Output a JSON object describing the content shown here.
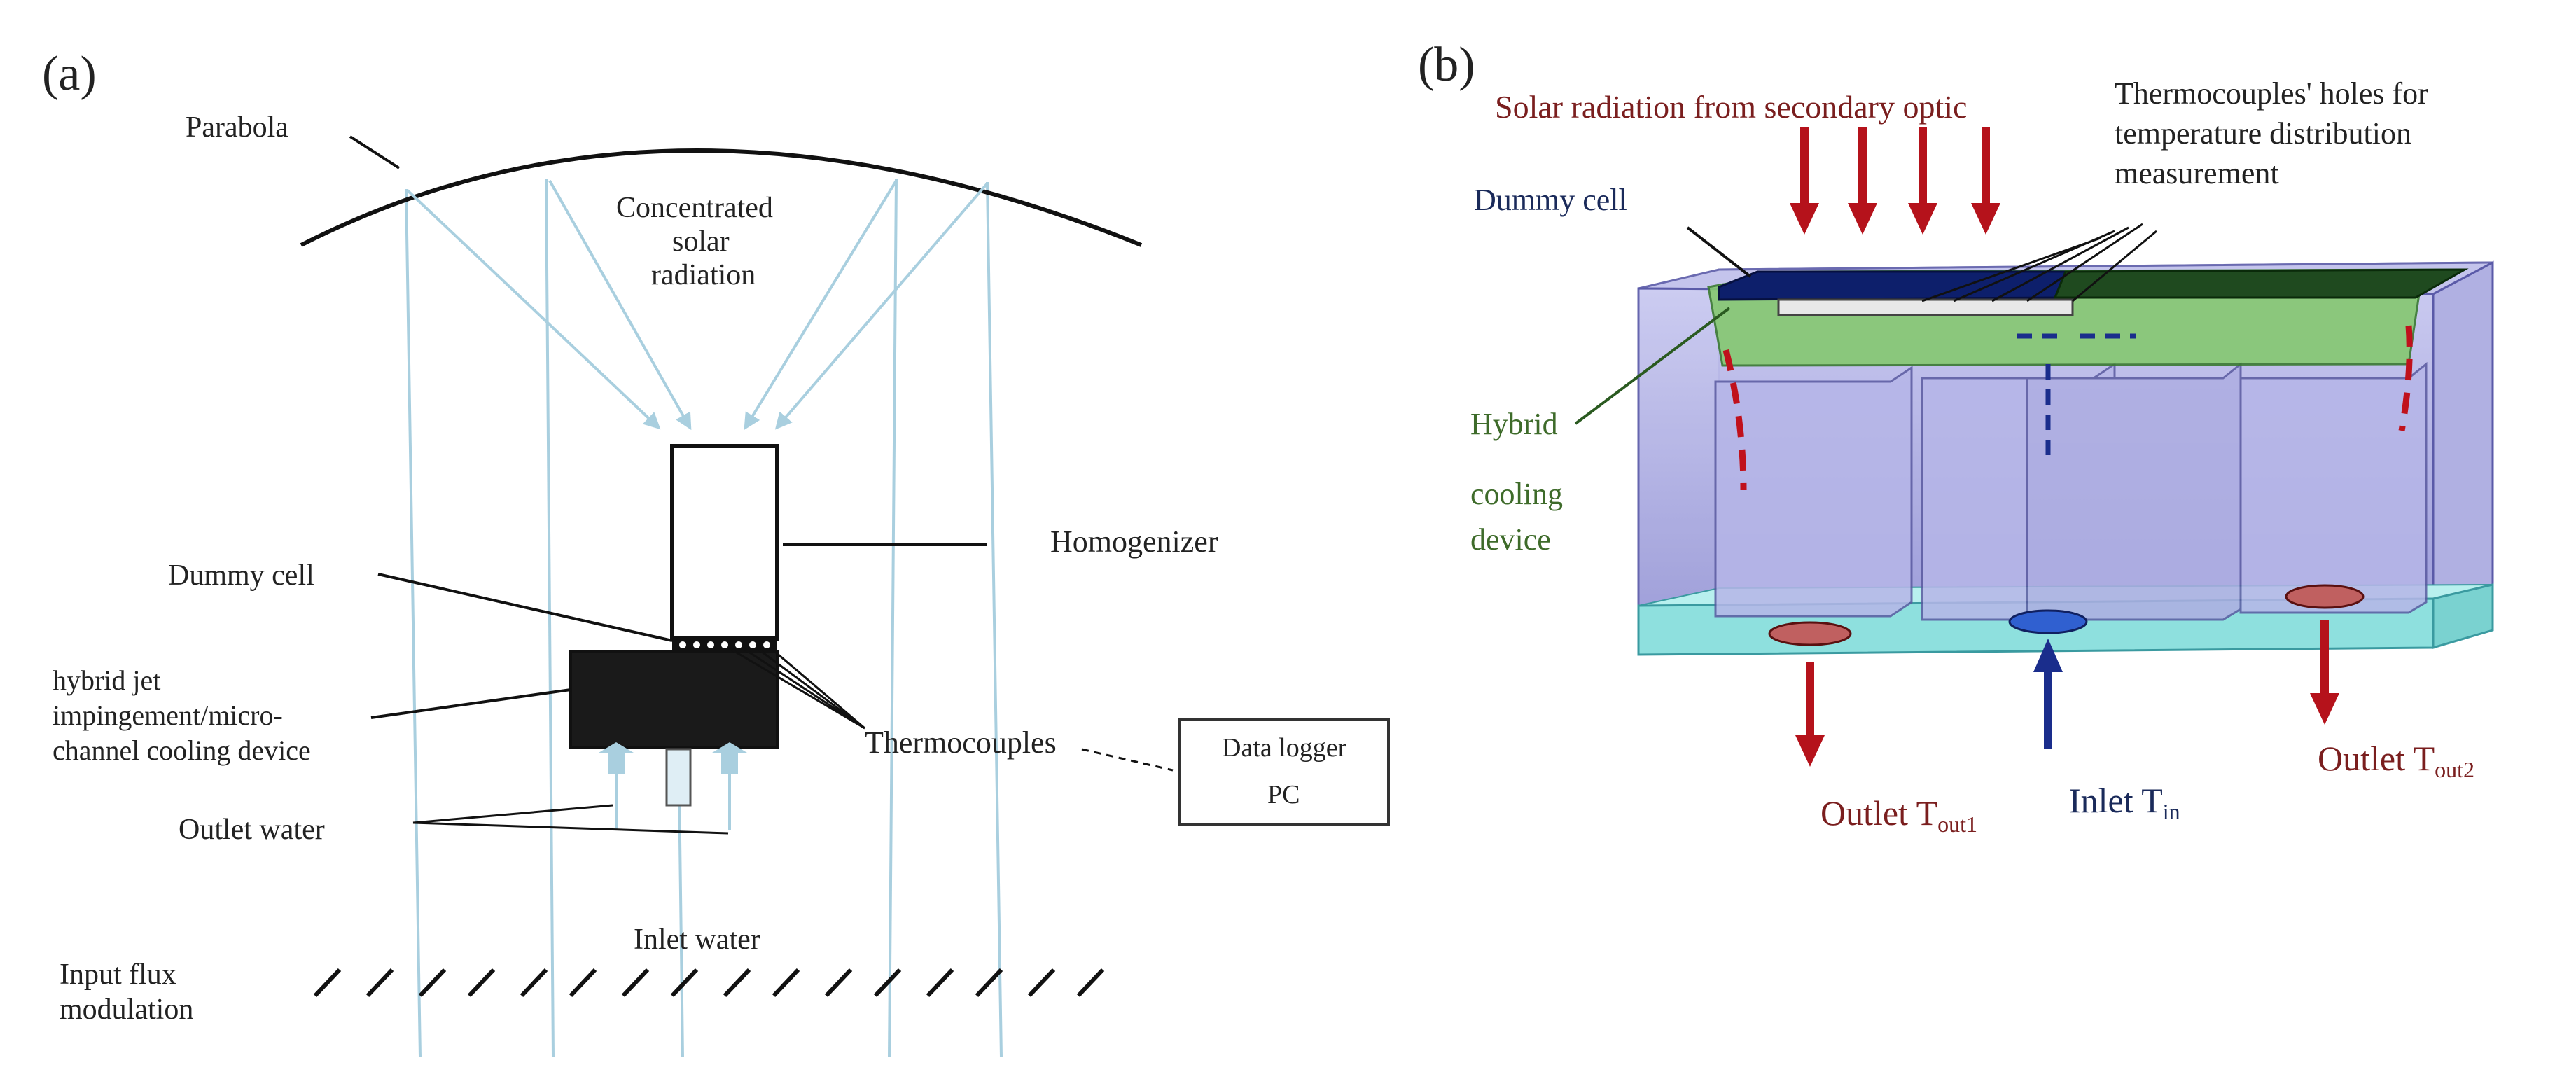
{
  "panel_a": {
    "panel_label": "(a)",
    "parabola_label": "Parabola",
    "radiation_label": [
      "Concentrated",
      "solar",
      "radiation"
    ],
    "homogenizer_label": "Homogenizer",
    "dummy_cell_label": "Dummy cell",
    "cooling_device_label": [
      "hybrid jet",
      "impingement/micro-",
      "channel cooling device"
    ],
    "thermocouples_label": "Thermocouples",
    "data_logger_label": "Data logger",
    "pc_label": "PC",
    "outlet_water_label": "Outlet water",
    "inlet_water_label": "Inlet water",
    "input_flux_label": [
      "Input flux",
      "modulation"
    ]
  },
  "panel_b": {
    "panel_label": "(b)",
    "solar_radiation_label": "Solar radiation from secondary optic",
    "thermocouple_holes_label": [
      "Thermocouples' holes for",
      "temperature distribution",
      "measurement"
    ],
    "dummy_cell_label": "Dummy cell",
    "hybrid_device_label": [
      "Hybrid",
      "cooling",
      "device"
    ],
    "outlet1_label": "Outlet T",
    "outlet1_sub": "out1",
    "inlet_label": "Inlet T",
    "inlet_sub": "in",
    "outlet2_label": "Outlet T",
    "outlet2_sub": "out2"
  },
  "colors": {
    "ray": "#a9cfdf",
    "red_arrow": "#b5121b",
    "blue_arrow": "#1a2d8c",
    "label_dark_red": "#7a1e1e",
    "label_green": "#3e6b2a",
    "label_navy": "#1a2a5a",
    "box_body": "#a9a9e0",
    "box_base": "#8fe0e0",
    "cell_plate": "#0d1f6b",
    "green_plate": "#7fc36b"
  }
}
